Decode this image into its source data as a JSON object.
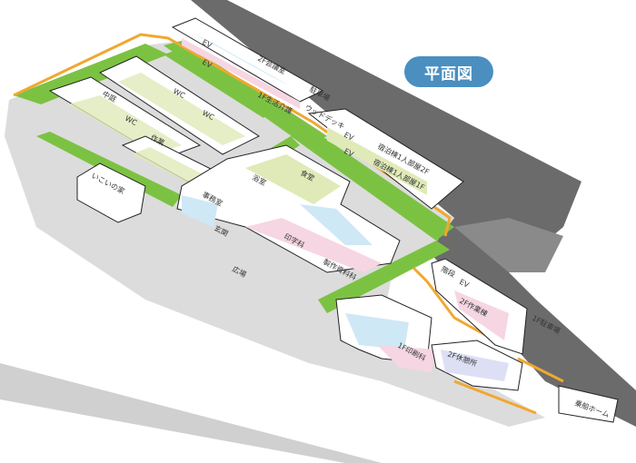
{
  "title": "平面図",
  "colors": {
    "accent": "#4a8fc0",
    "road": "#6b6b6b",
    "ground": "#dcdcdc",
    "path": "#7cc242",
    "walkway": "#f0a830",
    "blue_room": "#cfe8f5",
    "pink_room": "#f6d6e2",
    "green_room": "#dfeab8",
    "gray_room": "#d8d8d8"
  },
  "labels": {
    "parking_top": "駐車場",
    "meeting": "2F会議室",
    "care": "1F生活介護",
    "deck": "ウッドデッキ",
    "stay2f": "宿泊棟1人部屋2F",
    "stay1f": "宿泊棟1人部屋1F",
    "courtyard": "中庭",
    "wc1": "WC",
    "wc2": "WC",
    "wc3": "WC",
    "workroom": "作業",
    "bath": "浴室",
    "dining": "食堂",
    "office": "事務室",
    "entrance": "玄関",
    "plaza": "広場",
    "print": "印字科",
    "making": "製作資料科",
    "ikoi": "いこいの家",
    "stairs": "階段",
    "work2f": "2F作業棟",
    "parking_1f": "1F駐車場",
    "rest2f": "2F休憩所",
    "print1f": "1F印刷科",
    "platform": "乗船ホーム",
    "ev1": "EV",
    "ev2": "EV",
    "ev3": "EV",
    "ev4": "EV",
    "ev5": "EV"
  }
}
